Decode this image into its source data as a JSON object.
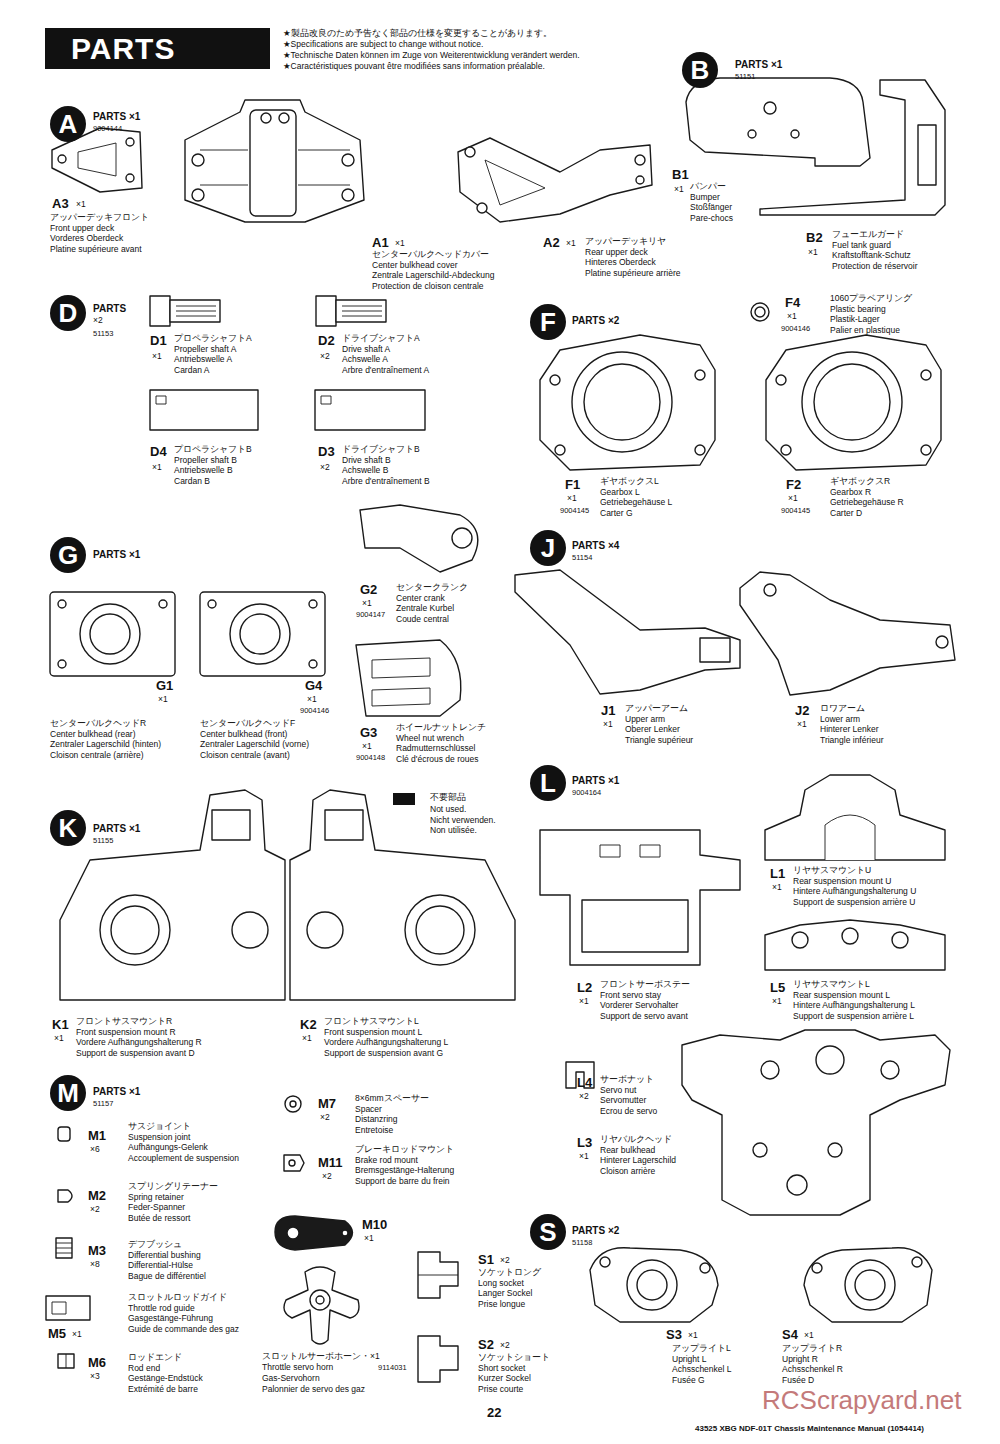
{
  "diagram": {
    "title": "PARTS",
    "nodes": [
      {
        "text": [
          "A"
        ]
      },
      {
        "text": [
          "B"
        ]
      },
      {
        "text": [
          "D"
        ]
      },
      {
        "text": [
          "F"
        ]
      },
      {
        "text": [
          "G"
        ]
      },
      {
        "text": [
          "J"
        ]
      },
      {
        "text": [
          "K"
        ]
      },
      {
        "text": [
          "L"
        ]
      },
      {
        "text": [
          "M"
        ]
      },
      {
        "text": [
          "S"
        ]
      }
    ],
    "labels": [
      "★製品改良のため予告なく部品の仕様を変更することがあります。",
      "★Specifications are subject to change without notice.",
      "★Technische Daten können im Zuge von Weiterentwicklung verändert werden.",
      "★Caractéristiques pouvant être modifiées sans information préalable.",
      "PARTS ×1",
      "9004144",
      "A3",
      "×1",
      "アッパーデッキフロント",
      "Front upper deck",
      "Vorderes Oberdeck",
      "Platine supérieure avant",
      "A1",
      "×1",
      "センターバルクヘッドカバー",
      "Center bulkhead cover",
      "Zentrale Lagerschild-Abdeckung",
      "Protection de cloison centrale",
      "A2",
      "×1",
      "アッパーデッキリヤ",
      "Rear upper deck",
      "Hinteres Oberdeck",
      "Platine supérieure arrière",
      "PARTS ×1",
      "51151",
      "B1",
      "×1",
      "バンパー",
      "Bumper",
      "Stoßfänger",
      "Pare-chocs",
      "B2",
      "×1",
      "フューエルガード",
      "Fuel tank guard",
      "Kraftstofftank-Schutz",
      "Protection de réservoir",
      "PARTS",
      "×2",
      "51153",
      "D1",
      "×1",
      "プロペラシャフトA",
      "Propeller shaft A",
      "Antriebswelle A",
      "Cardan A",
      "D2",
      "×2",
      "ドライブシャフトA",
      "Drive shaft A",
      "Achswelle A",
      "Arbre d'entraînement A",
      "D4",
      "×1",
      "プロペラシャフトB",
      "Propeller shaft B",
      "Antriebswelle B",
      "Cardan B",
      "D3",
      "×2",
      "ドライブシャフトB",
      "Drive shaft B",
      "Achswelle B",
      "Arbre d'entraînement B",
      "PARTS ×2",
      "F4",
      "×1",
      "9004146",
      "1060プラベアリング",
      "Plastic bearing",
      "Plastik-Lager",
      "Palier en plastique",
      "F1",
      "×1",
      "9004145",
      "ギヤボックスL",
      "Gearbox L",
      "Getriebegehäuse L",
      "Carter G",
      "F2",
      "×1",
      "9004145",
      "ギヤボックスR",
      "Gearbox R",
      "Getriebegehäuse R",
      "Carter D",
      "PARTS ×1",
      "G1",
      "×1",
      "センターバルクヘッドR",
      "Center bulkhead (rear)",
      "Zentraler Lagerschild (hinten)",
      "Cloison centrale (arrière)",
      "G4",
      "×1",
      "9004146",
      "センターバルクヘッドF",
      "Center bulkhead (front)",
      "Zentraler Lagerschild (vorne)",
      "Cloison centrale (avant)",
      "G2",
      "×1",
      "9004147",
      "センタークランク",
      "Center crank",
      "Zentrale Kurbel",
      "Coude central",
      "G3",
      "×1",
      "9004148",
      "ホイールナットレンチ",
      "Wheel nut wrench",
      "Radmutternschlüssel",
      "Clé d'écrous de roues",
      "PARTS ×4",
      "51154",
      "J1",
      "×1",
      "アッパーアーム",
      "Upper arm",
      "Oberer Lenker",
      "Triangle supérieur",
      "J2",
      "×1",
      "ロワアーム",
      "Lower arm",
      "Hinterer Lenker",
      "Triangle inférieur",
      "Not used.",
      "Nicht verwenden.",
      "Non utilisée.",
      "PARTS ×1",
      "51155",
      "K1",
      "×1",
      "フロントサスマウントR",
      "Front suspension mount R",
      "Vordere Aufhängungshalterung R",
      "Support de suspension avant D",
      "K2",
      "×1",
      "フロントサスマウントL",
      "Front suspension mount L",
      "Vordere Aufhängungshalterung L",
      "Support de suspension avant G",
      "PARTS ×1",
      "9004164",
      "L1",
      "×1",
      "リヤサスマウントU",
      "Rear suspension mount U",
      "Hintere Aufhängungshalterung U",
      "Support de suspension arrière U",
      "L2",
      "×1",
      "フロントサーボステー",
      "Front servo stay",
      "Vorderer Servohalter",
      "Support de servo avant",
      "L5",
      "×1",
      "リヤサスマウントL",
      "Rear suspension mount L",
      "Hintere Aufhängungshalterung L",
      "Support de suspension arrière L",
      "L4",
      "×2",
      "サーボナット",
      "Servo nut",
      "Servomutter",
      "Ecrou de servo",
      "L3",
      "×1",
      "リヤバルクヘッド",
      "Rear bulkhead",
      "Hinterer Lagerschild",
      "Cloison arrière",
      "PARTS ×1",
      "51157",
      "M1",
      "×6",
      "サスジョイント",
      "Suspension joint",
      "Aufhängungs-Gelenk",
      "Accouplement de suspension",
      "M2",
      "×2",
      "スプリングリテーナー",
      "Spring retainer",
      "Feder-Spanner",
      "Butée de ressort",
      "M3",
      "×8",
      "デフブッシュ",
      "Differential bushing",
      "Differential-Hülse",
      "Bague de différentiel",
      "M5",
      "×1",
      "スロットルロッドガイド",
      "Throttle rod guide",
      "Gasgestänge-Führung",
      "Guide de commande des gaz",
      "M6",
      "×3",
      "ロッドエンド",
      "Rod end",
      "Gestänge-Endstück",
      "Extrémité de barre",
      "M7",
      "×2",
      "8×6mmスペーサー",
      "Spacer",
      "Distanzring",
      "Entretoise",
      "M11",
      "×2",
      "ブレーキロッドマウント",
      "Brake rod mount",
      "Bremsgestänge-Halterung",
      "Support de barre du frein",
      "M10",
      "×1",
      "スロットルサーボホーン・×1",
      "Throttle servo horn",
      "9114031",
      "Gas-Servohorn",
      "Palonnier de servo des gaz",
      "PARTS ×2",
      "51158",
      "S1",
      "×2",
      "ソケットロング",
      "Long socket",
      "Langer Sockel",
      "Prise longue",
      "S2",
      "×2",
      "ソケットショート",
      "Short socket",
      "Kurzer Sockel",
      "Prise courte",
      "S3",
      "×1",
      "アップライトL",
      "Upright L",
      "Achsschenkel L",
      "Fusée G",
      "S4",
      "×1",
      "アップライトR",
      "Upright R",
      "Achsschenkel R",
      "Fusée D",
      "22",
      "43525 XBG NDF-01T Chassis Maintenance Manual (1054414)",
      "RCScrapyard.net"
    ],
    "legend": [
      {
        "text": "不要部品",
        "color": "#111111"
      }
    ]
  }
}
